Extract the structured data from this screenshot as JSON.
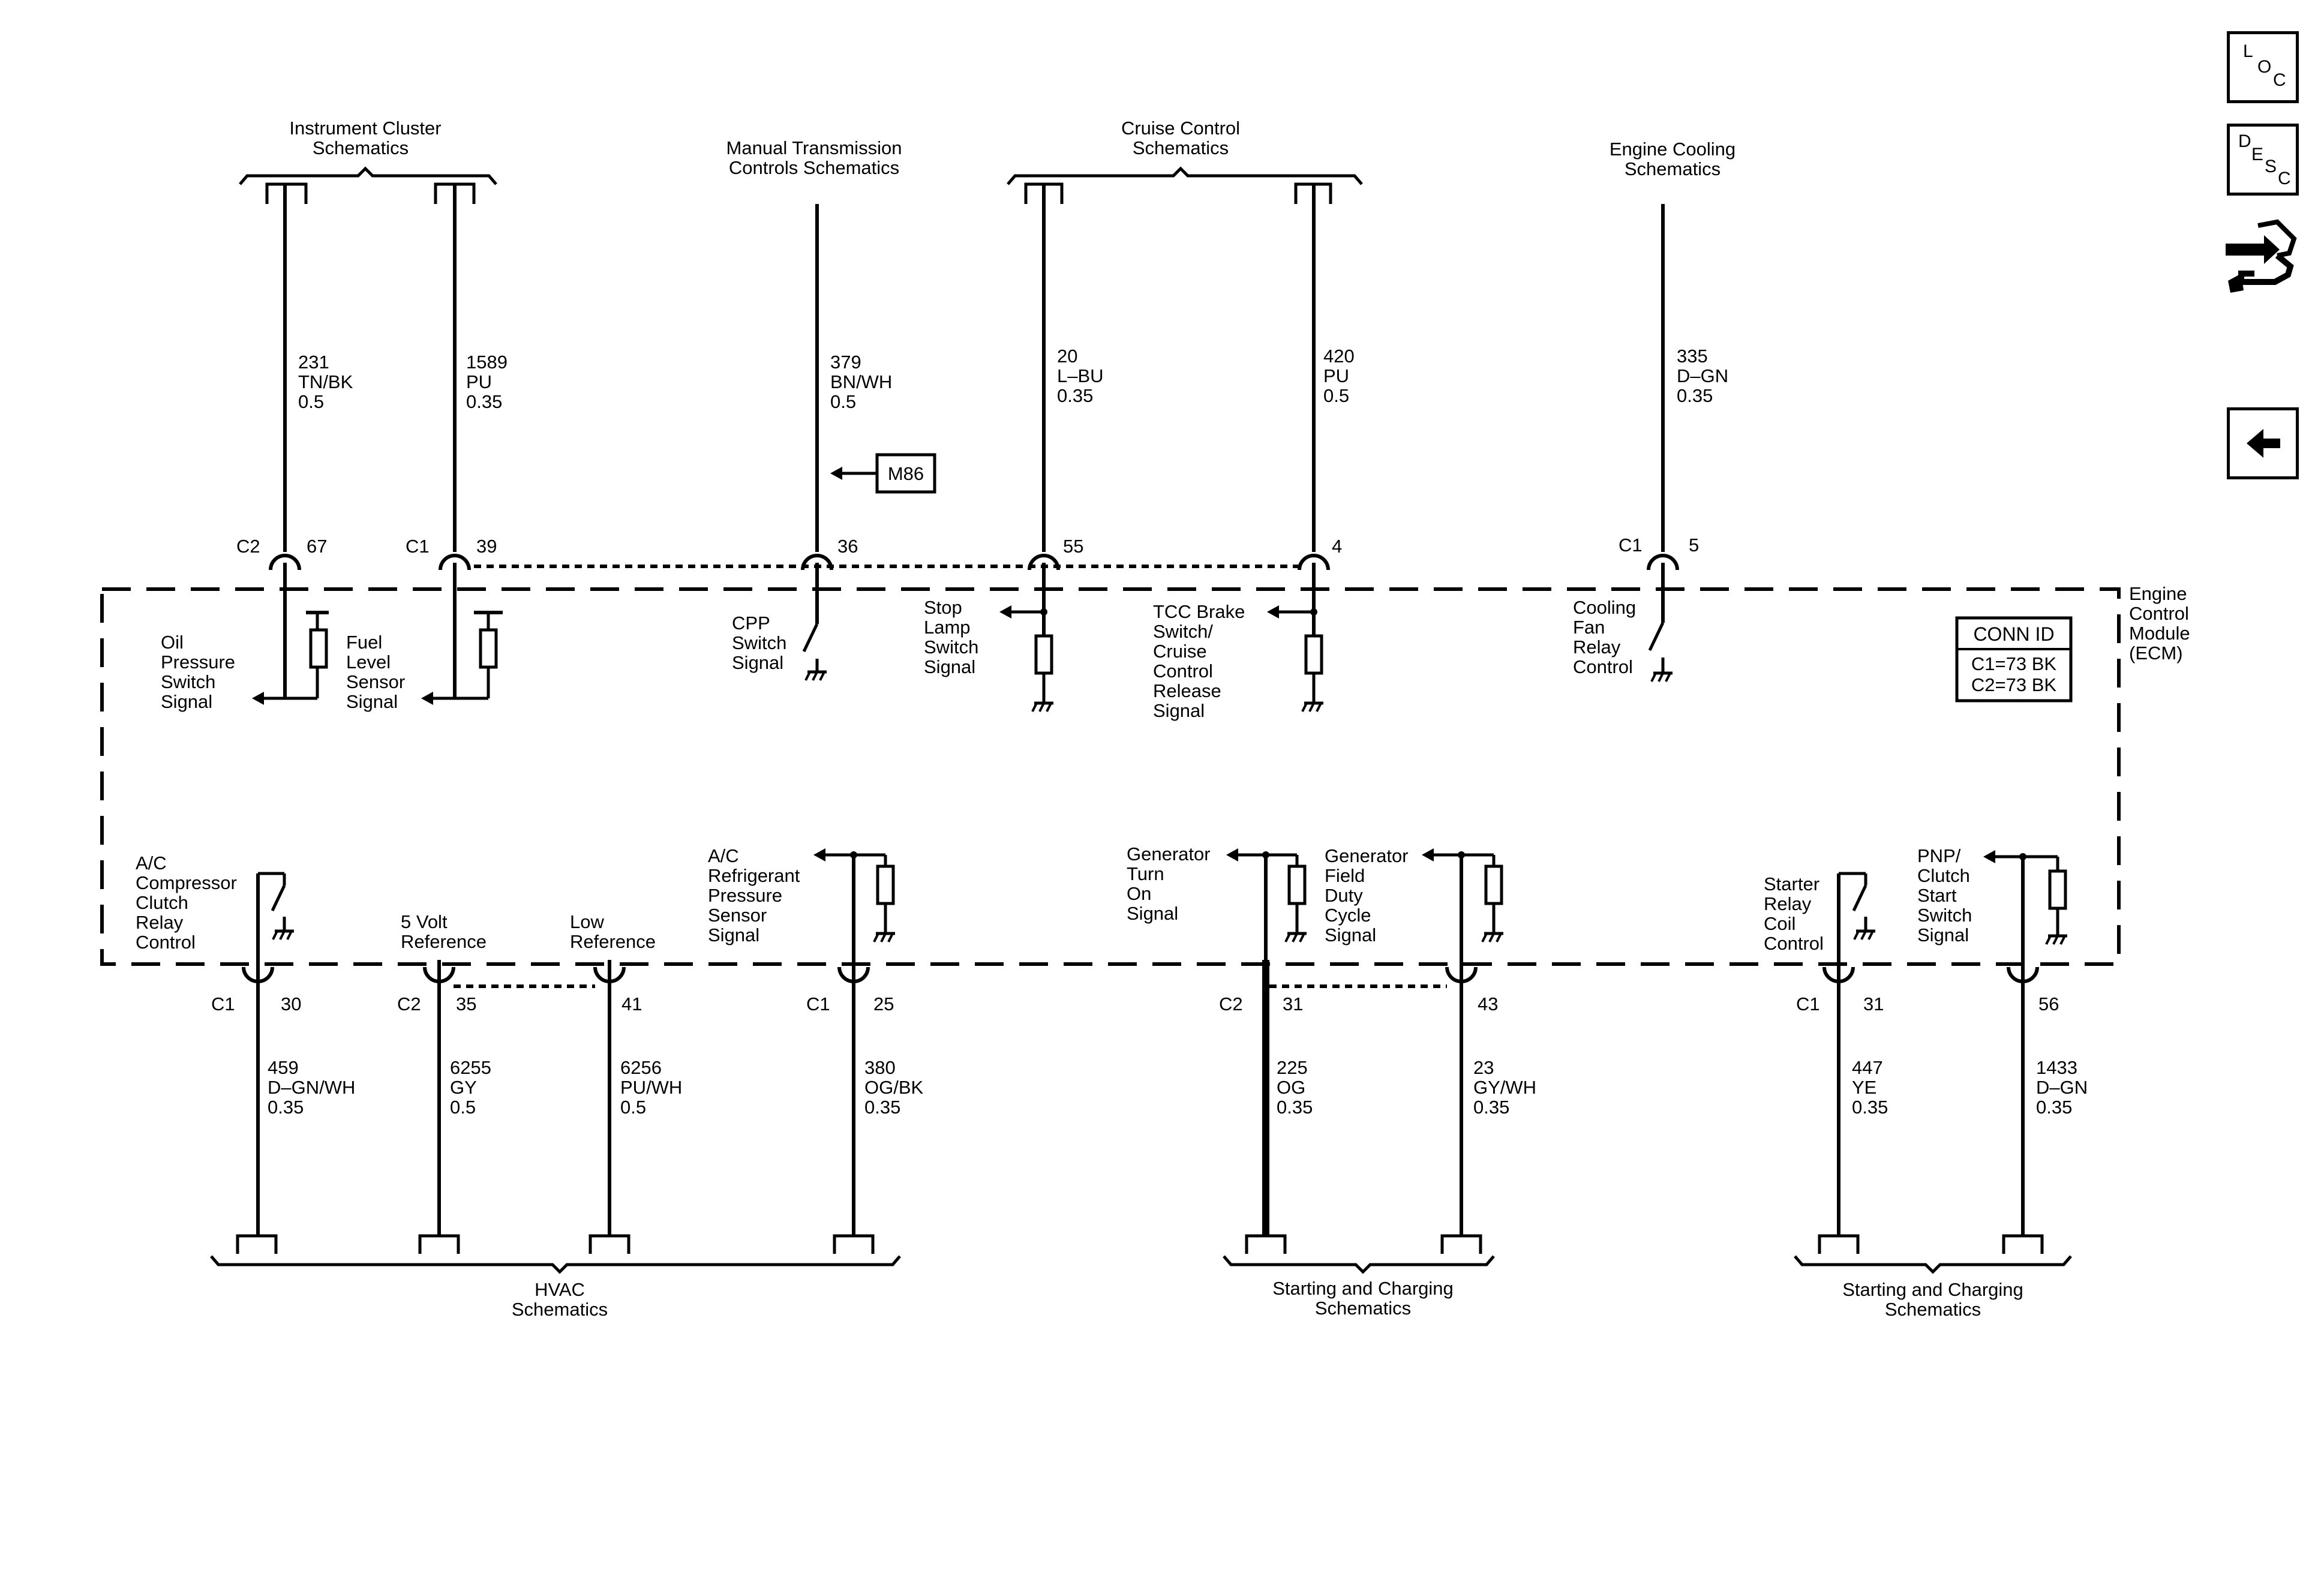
{
  "ecm": {
    "label": [
      "Engine",
      "Control",
      "Module",
      "(ECM)"
    ],
    "conn_id": {
      "title": "CONN ID",
      "lines": [
        "C1=73 BK",
        "C2=73 BK"
      ]
    }
  },
  "top_groups": [
    {
      "title": [
        "Instrument Cluster",
        "Schematics"
      ]
    },
    {
      "title": [
        "Manual Transmission",
        "Controls Schematics"
      ]
    },
    {
      "title": [
        "Cruise Control",
        "Schematics"
      ]
    },
    {
      "title": [
        "Engine Cooling",
        "Schematics"
      ]
    }
  ],
  "bottom_groups": [
    {
      "title": [
        "HVAC",
        "Schematics"
      ]
    },
    {
      "title": [
        "Starting and Charging",
        "Schematics"
      ]
    },
    {
      "title": [
        "Starting and Charging",
        "Schematics"
      ]
    }
  ],
  "top_circuits": [
    {
      "connector": "C2",
      "pin": "67",
      "wire": [
        "231",
        "TN/BK",
        "0.5"
      ],
      "signal": [
        "Oil",
        "Pressure",
        "Switch",
        "Signal"
      ]
    },
    {
      "connector": "C1",
      "pin": "39",
      "wire": [
        "1589",
        "PU",
        "0.35"
      ],
      "signal": [
        "Fuel",
        "Level",
        "Sensor",
        "Signal"
      ]
    },
    {
      "connector": "",
      "pin": "36",
      "wire": [
        "379",
        "BN/WH",
        "0.5"
      ],
      "signal": [
        "CPP",
        "Switch",
        "Signal"
      ],
      "ref": "M86"
    },
    {
      "connector": "",
      "pin": "55",
      "wire": [
        "20",
        "L–BU",
        "0.35"
      ],
      "signal": [
        "Stop",
        "Lamp",
        "Switch",
        "Signal"
      ]
    },
    {
      "connector": "",
      "pin": "4",
      "wire": [
        "420",
        "PU",
        "0.5"
      ],
      "signal": [
        "TCC Brake",
        "Switch/",
        "Cruise",
        "Control",
        "Release",
        "Signal"
      ]
    },
    {
      "connector": "C1",
      "pin": "5",
      "wire": [
        "335",
        "D–GN",
        "0.35"
      ],
      "signal": [
        "Cooling",
        "Fan",
        "Relay",
        "Control"
      ]
    }
  ],
  "bottom_circuits": [
    {
      "connector": "C1",
      "pin": "30",
      "wire": [
        "459",
        "D–GN/WH",
        "0.35"
      ],
      "signal": [
        "A/C",
        "Compressor",
        "Clutch",
        "Relay",
        "Control"
      ]
    },
    {
      "connector": "C2",
      "pin": "35",
      "wire": [
        "6255",
        "GY",
        "0.5"
      ],
      "signal": [
        "5 Volt",
        "Reference"
      ]
    },
    {
      "connector": "",
      "pin": "41",
      "wire": [
        "6256",
        "PU/WH",
        "0.5"
      ],
      "signal": [
        "Low",
        "Reference"
      ]
    },
    {
      "connector": "C1",
      "pin": "25",
      "wire": [
        "380",
        "OG/BK",
        "0.35"
      ],
      "signal": [
        "A/C",
        "Refrigerant",
        "Pressure",
        "Sensor",
        "Signal"
      ]
    },
    {
      "connector": "C2",
      "pin": "31",
      "wire": [
        "225",
        "OG",
        "0.35"
      ],
      "signal": [
        "Generator",
        "Turn",
        "On",
        "Signal"
      ]
    },
    {
      "connector": "",
      "pin": "43",
      "wire": [
        "23",
        "GY/WH",
        "0.35"
      ],
      "signal": [
        "Generator",
        "Field",
        "Duty",
        "Cycle",
        "Signal"
      ]
    },
    {
      "connector": "C1",
      "pin": "31",
      "wire": [
        "447",
        "YE",
        "0.35"
      ],
      "signal": [
        "Starter",
        "Relay",
        "Coil",
        "Control"
      ]
    },
    {
      "connector": "",
      "pin": "56",
      "wire": [
        "1433",
        "D–GN",
        "0.35"
      ],
      "signal": [
        "PNP/",
        "Clutch",
        "Start",
        "Switch",
        "Signal"
      ]
    }
  ],
  "nav": {
    "loc": {
      "l1": "L",
      "l2": "O",
      "l3": "C"
    },
    "desc": {
      "l1": "D",
      "l2": "E",
      "l3": "S",
      "l4": "C"
    },
    "icons": [
      "connector-end-view-icon",
      "back-arrow-icon"
    ]
  }
}
